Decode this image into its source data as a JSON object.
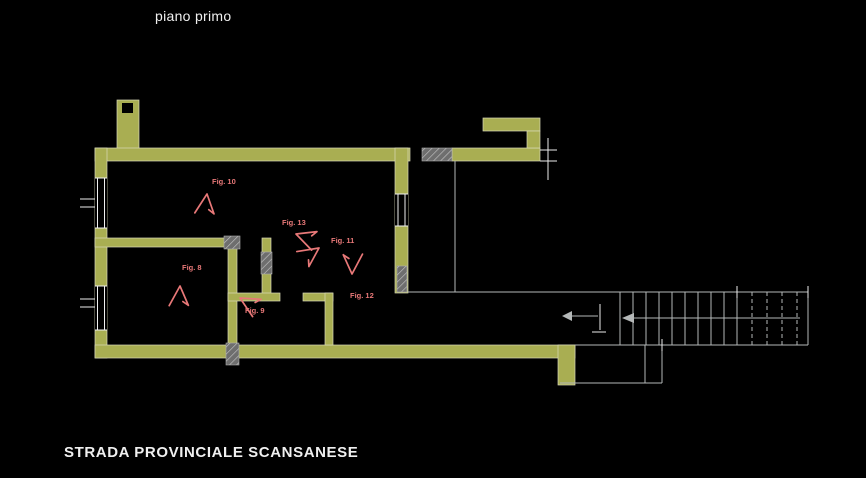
{
  "title": "piano primo",
  "footer": "STRADA PROVINCIALE SCANSANESE",
  "colors": {
    "background": "#000000",
    "wall": "#a9ae52",
    "line": "#b4b8b8",
    "marker": "#e87878",
    "text": "#f0f0f0"
  },
  "markers": [
    {
      "label": "Fig. 10"
    },
    {
      "label": "Fig. 13"
    },
    {
      "label": "Fig. 11"
    },
    {
      "label": "Fig. 8"
    },
    {
      "label": "Fig. 12"
    },
    {
      "label": "Fig. 9"
    }
  ]
}
